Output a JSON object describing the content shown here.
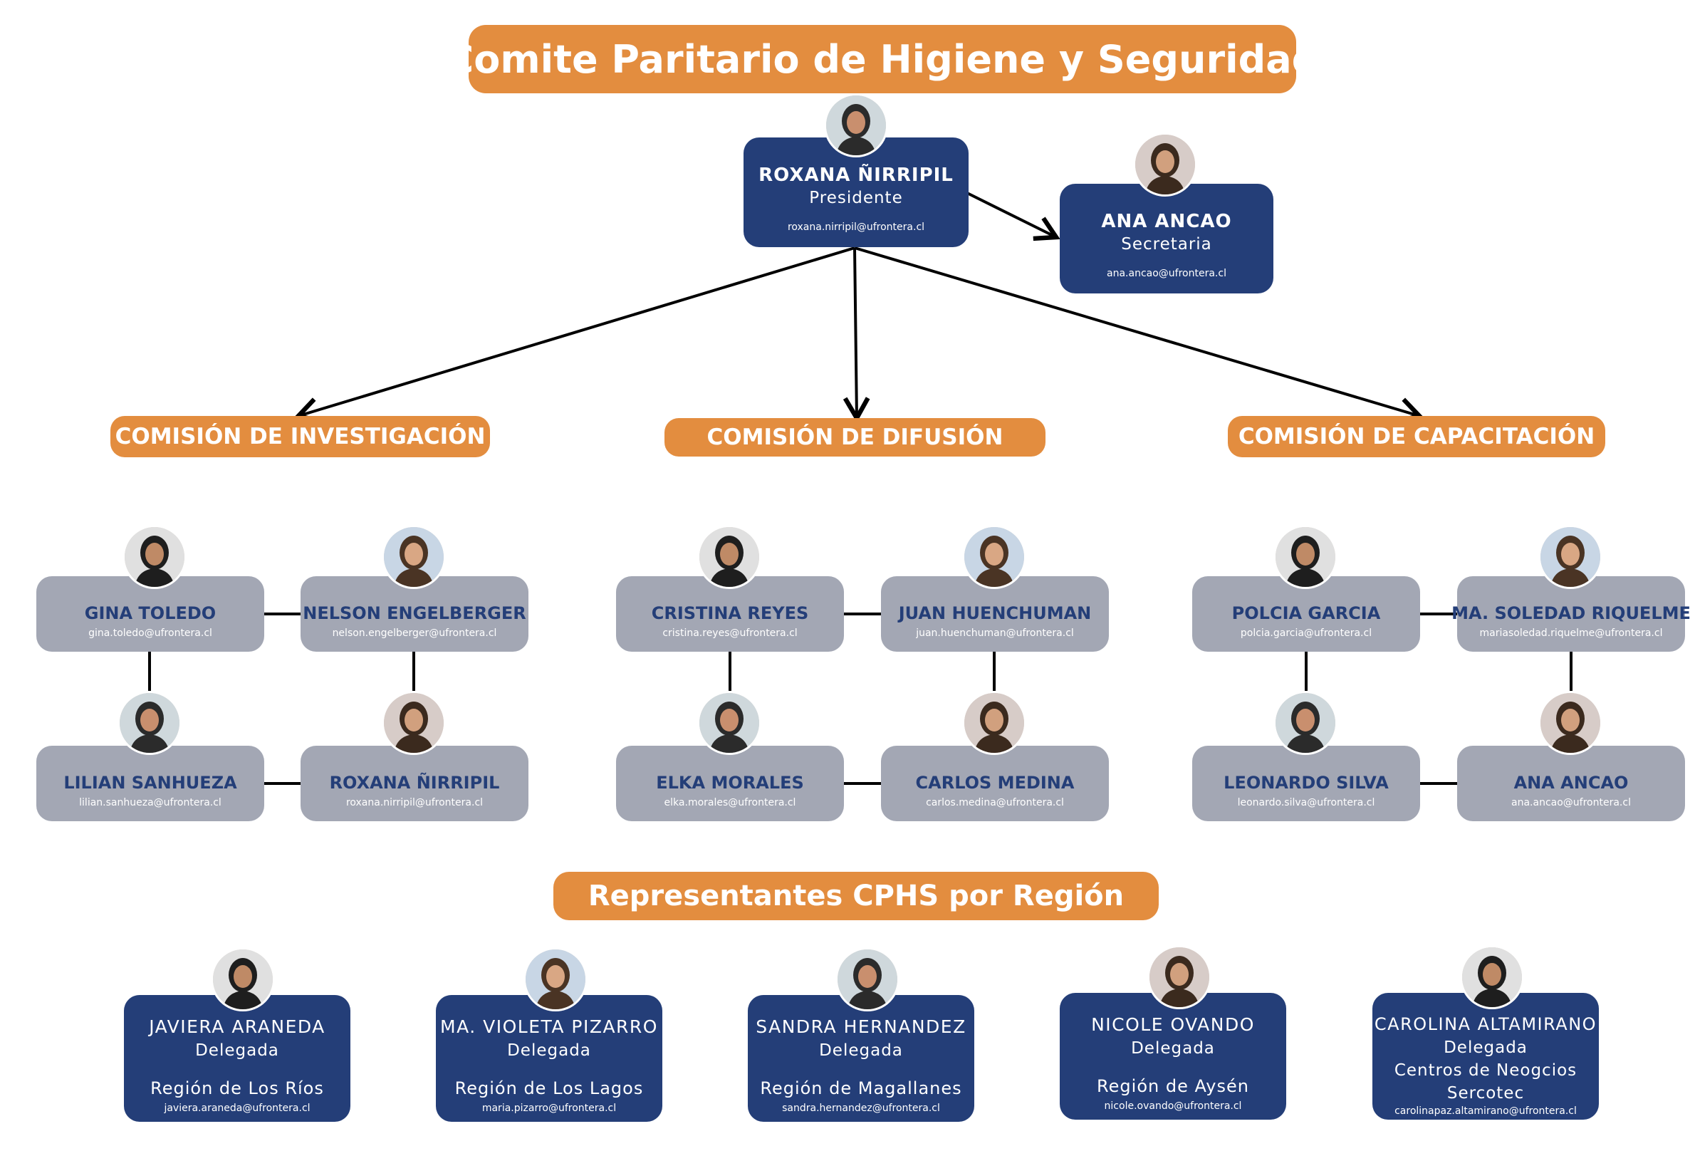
{
  "title": "Comite Paritario de Higiene y Seguridad",
  "president": {
    "name": "ROXANA ÑIRRIPIL",
    "role": "Presidente",
    "email": "roxana.nirripil@ufrontera.cl"
  },
  "secretary": {
    "name": "ANA ANCAO",
    "role": "Secretaria",
    "email": "ana.ancao@ufrontera.cl"
  },
  "commissions": [
    {
      "title": "COMISIÓN DE INVESTIGACIÓN",
      "members": [
        {
          "name": "GINA TOLEDO",
          "email": "gina.toledo@ufrontera.cl"
        },
        {
          "name": "NELSON ENGELBERGER",
          "email": "nelson.engelberger@ufrontera.cl"
        },
        {
          "name": "LILIAN SANHUEZA",
          "email": "lilian.sanhueza@ufrontera.cl"
        },
        {
          "name": "ROXANA ÑIRRIPIL",
          "email": "roxana.nirripil@ufrontera.cl"
        }
      ]
    },
    {
      "title": "COMISIÓN DE DIFUSIÓN",
      "members": [
        {
          "name": "CRISTINA REYES",
          "email": "cristina.reyes@ufrontera.cl"
        },
        {
          "name": "JUAN HUENCHUMAN",
          "email": "juan.huenchuman@ufrontera.cl"
        },
        {
          "name": "ELKA MORALES",
          "email": "elka.morales@ufrontera.cl"
        },
        {
          "name": "CARLOS MEDINA",
          "email": "carlos.medina@ufrontera.cl"
        }
      ]
    },
    {
      "title": "COMISIÓN DE CAPACITACIÓN",
      "members": [
        {
          "name": "POLCIA GARCIA",
          "email": "polcia.garcia@ufrontera.cl"
        },
        {
          "name": "MA. SOLEDAD RIQUELME",
          "email": "mariasoledad.riquelme@ufrontera.cl"
        },
        {
          "name": "LEONARDO SILVA",
          "email": "leonardo.silva@ufrontera.cl"
        },
        {
          "name": "ANA ANCAO",
          "email": "ana.ancao@ufrontera.cl"
        }
      ]
    }
  ],
  "regions_title": "Representantes CPHS por Región",
  "representatives": [
    {
      "name": "JAVIERA ARANEDA",
      "role": "Delegada",
      "region": "Región de Los Ríos",
      "email": "javiera.araneda@ufrontera.cl"
    },
    {
      "name": "MA. VIOLETA PIZARRO",
      "role": "Delegada",
      "region": "Región de Los Lagos",
      "email": "maria.pizarro@ufrontera.cl"
    },
    {
      "name": "SANDRA HERNANDEZ",
      "role": "Delegada",
      "region": "Región de Magallanes",
      "email": "sandra.hernandez@ufrontera.cl"
    },
    {
      "name": "NICOLE OVANDO",
      "role": "Delegada",
      "region": "Región de Aysén",
      "email": "nicole.ovando@ufrontera.cl"
    },
    {
      "name": "CAROLINA ALTAMIRANO",
      "role": "Delegada",
      "region1": "Centros de Neogcios",
      "region2": "Sercotec",
      "email": "carolinapaz.altamirano@ufrontera.cl"
    }
  ],
  "colors": {
    "orange": "#e38d3f",
    "navy": "#243e78",
    "gray": "#a3a7b4",
    "line": "#000000"
  }
}
